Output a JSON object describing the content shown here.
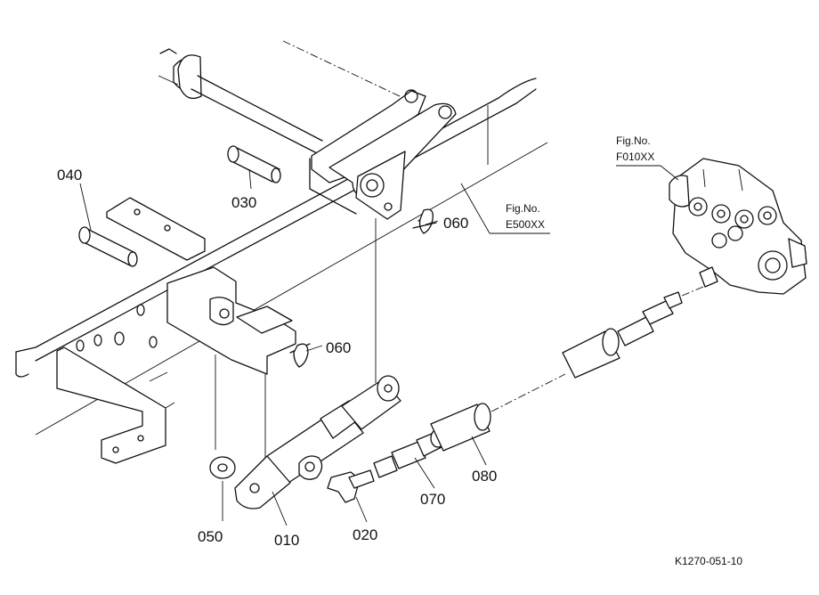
{
  "parts": {
    "p010": "010",
    "p020": "020",
    "p030": "030",
    "p040": "040",
    "p050": "050",
    "p060a": "060",
    "p060b": "060",
    "p070": "070",
    "p080": "080"
  },
  "refs": {
    "e500": {
      "line1": "Fig.No.",
      "line2": "E500XX"
    },
    "f010": {
      "line1": "Fig.No.",
      "line2": "F010XX"
    }
  },
  "footer": {
    "code": "K1270-051-10"
  }
}
